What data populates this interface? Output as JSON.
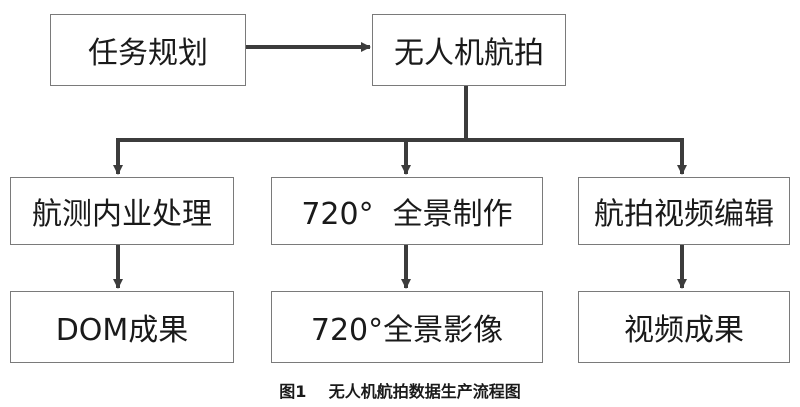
{
  "nodes": {
    "task_planning": "任务规划",
    "uav_aerial": "无人机航拍",
    "survey_processing": "航测内业处理",
    "panorama_production": "720°  全景制作",
    "video_editing": "航拍视频编辑",
    "dom_result": "DOM成果",
    "panorama_image": "720°全景影像",
    "video_result": "视频成果"
  },
  "caption": {
    "label": "图1",
    "title": "无人机航拍数据生产流程图"
  },
  "colors": {
    "box_border": "#7a7a7a",
    "arrow": "#3c3c3c",
    "text": "#1a1a1a"
  }
}
